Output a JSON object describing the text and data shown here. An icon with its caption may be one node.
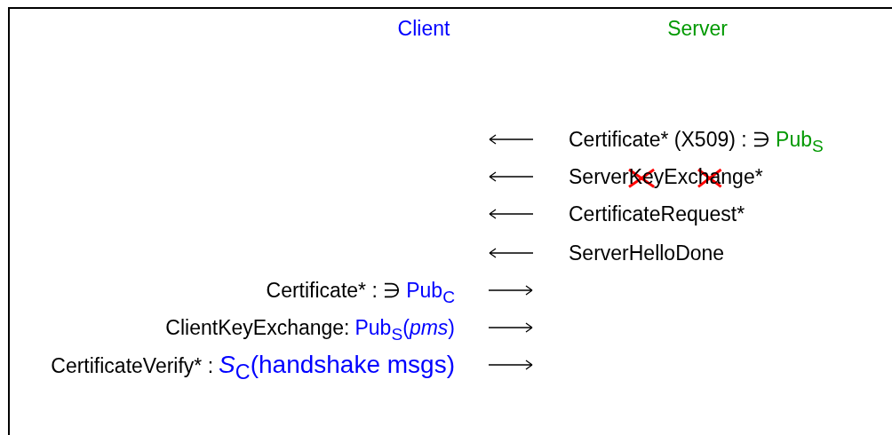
{
  "diagram": {
    "labels": [
      "Client",
      "Server",
      "Certificate* (X509) : ∋",
      "Pub$_{S}$",
      "ServerKeyExchange*",
      "CertificateRequest*",
      "ServerHelloDone",
      "Certificate* : ∋",
      "Pub$_{C}$",
      "ClientKeyExchange:",
      "Pub$_{S}$(*pms*)",
      "CertificateVerify* :",
      "*S*$_{C}$(handshake msgs)"
    ]
  }
}
